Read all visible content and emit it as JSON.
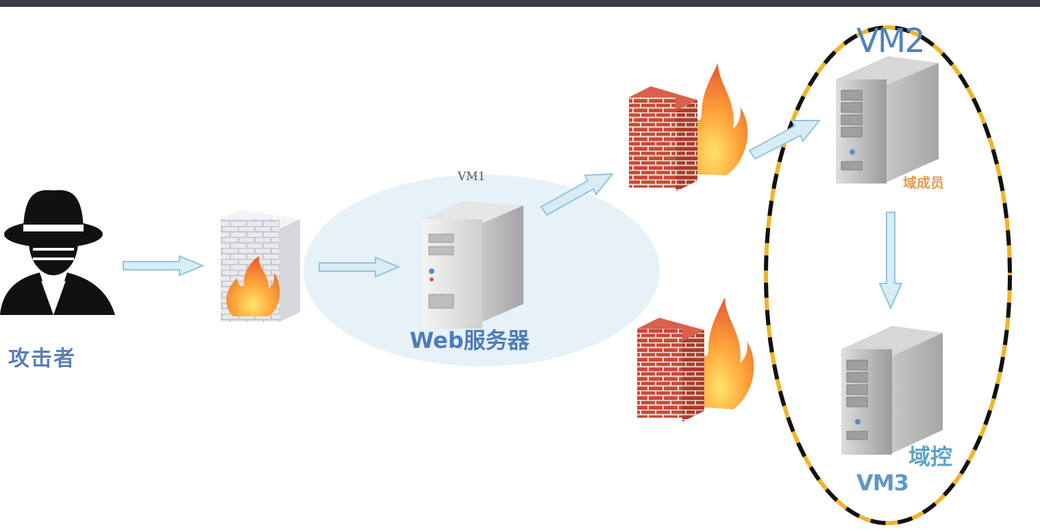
{
  "labels": {
    "attacker": "攻击者",
    "vm1": "VM1",
    "web_server": "Web服务器",
    "vm2": "VM2",
    "domain_member": "域成员",
    "domain_controller": "域控",
    "vm3": "VM3"
  },
  "colors": {
    "top_bar": "#3a3d42",
    "arrow_fill": "#d8ecf4",
    "arrow_stroke": "#8ec5dc",
    "vm1_zone": "#e6f1f8",
    "domain_ring_dash_a": "#f0b429",
    "domain_ring_dash_b": "#111111",
    "brick": "#c94a37",
    "flame": "#f47b20"
  },
  "icons": {
    "attacker": "hacker-icon",
    "firewall_gray": "firewall-icon",
    "firewall_red": "firewall-icon",
    "server": "server-tower-icon"
  }
}
